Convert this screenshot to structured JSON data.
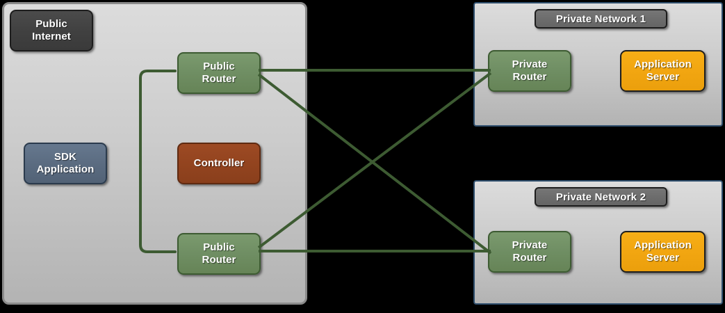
{
  "diagram": {
    "title": "Network topology: public internet zone with public routers linked to two private networks",
    "link_color": "#3d5b32"
  },
  "zones": {
    "public": {
      "label": "Public Internet",
      "label_color": "#414141",
      "panel_color": "#cccccc",
      "border_color": "#8a8a8a"
    },
    "private_1": {
      "label": "Private Network 1",
      "badge_color": "#6d6d6d",
      "panel_color": "#cccccc",
      "border_color": "#2f4f6e"
    },
    "private_2": {
      "label": "Private Network 2",
      "badge_color": "#6d6d6d",
      "panel_color": "#cccccc",
      "border_color": "#2f4f6e"
    }
  },
  "nodes": {
    "public_internet": {
      "label": "Public\nInternet",
      "line1": "Public",
      "line2": "Internet",
      "color": "#414141"
    },
    "sdk_application": {
      "label": "SDK\nApplication",
      "line1": "SDK",
      "line2": "Application",
      "color": "#5b6c81"
    },
    "public_router_top": {
      "line1": "Public",
      "line2": "Router",
      "color": "#6f8e63"
    },
    "public_router_bottom": {
      "line1": "Public",
      "line2": "Router",
      "color": "#6f8e63"
    },
    "controller": {
      "line1": "Controller",
      "line2": "",
      "color": "#93441f"
    },
    "private_router_1": {
      "line1": "Private",
      "line2": "Router",
      "color": "#6f8e63"
    },
    "private_router_2": {
      "line1": "Private",
      "line2": "Router",
      "color": "#6f8e63"
    },
    "application_server_1": {
      "line1": "Application",
      "line2": "Server",
      "color": "#f2a611"
    },
    "application_server_2": {
      "line1": "Application",
      "line2": "Server",
      "color": "#f2a611"
    }
  },
  "links": [
    {
      "name": "public-router-top-to-private-router-1",
      "from": "public_router_top",
      "to": "private_router_1",
      "style": "straight"
    },
    {
      "name": "public-router-top-to-private-router-2",
      "from": "public_router_top",
      "to": "private_router_2",
      "style": "diagonal"
    },
    {
      "name": "public-router-bottom-to-private-router-1",
      "from": "public_router_bottom",
      "to": "private_router_1",
      "style": "diagonal"
    },
    {
      "name": "public-router-bottom-to-private-router-2",
      "from": "public_router_bottom",
      "to": "private_router_2",
      "style": "straight"
    },
    {
      "name": "public-router-top-to-public-router-bottom",
      "from": "public_router_top",
      "to": "public_router_bottom",
      "style": "elbow"
    }
  ]
}
